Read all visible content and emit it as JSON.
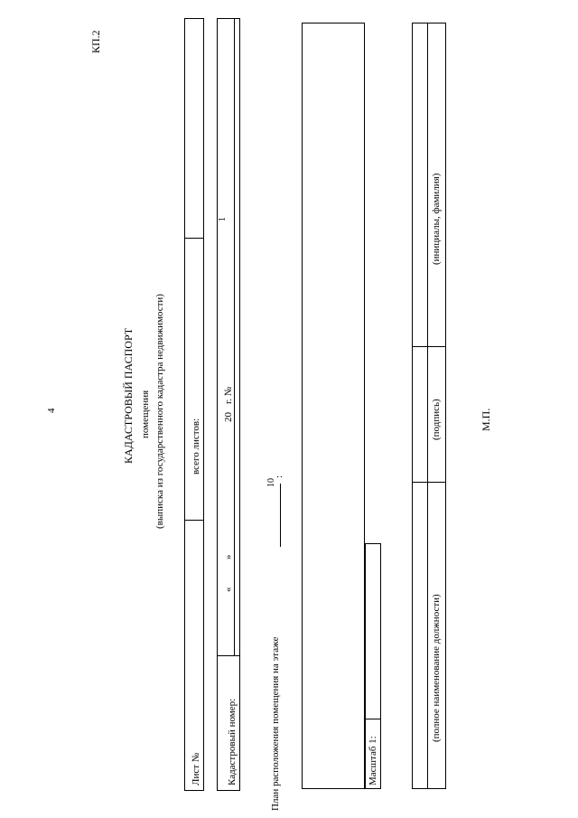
{
  "page_number": "4",
  "form_code": "КП.2",
  "header": {
    "title": "КАДАСТРОВЫЙ ПАСПОРТ",
    "subtitle": "помещения",
    "note": "(выписка из государственного кадастра недвижимости)"
  },
  "sheet_row": {
    "sheet_label": "Лист №",
    "total_label": "всего листов:"
  },
  "date_row": {
    "quote_open": "«",
    "quote_close": "»",
    "year_prefix": "20",
    "year_suffix": "г. №",
    "footnote": "1"
  },
  "cadastral_row": {
    "label": "Кадастровый номер:"
  },
  "plan": {
    "label": "План расположения помещения на этаже",
    "footnote": "10",
    "colon": ":"
  },
  "scale": {
    "label": "Масштаб 1:"
  },
  "signatures": {
    "position_caption": "(полное наименование должности)",
    "signature_caption": "(подпись)",
    "name_caption": "(инициалы, фамилия)"
  },
  "stamp": "М.П."
}
